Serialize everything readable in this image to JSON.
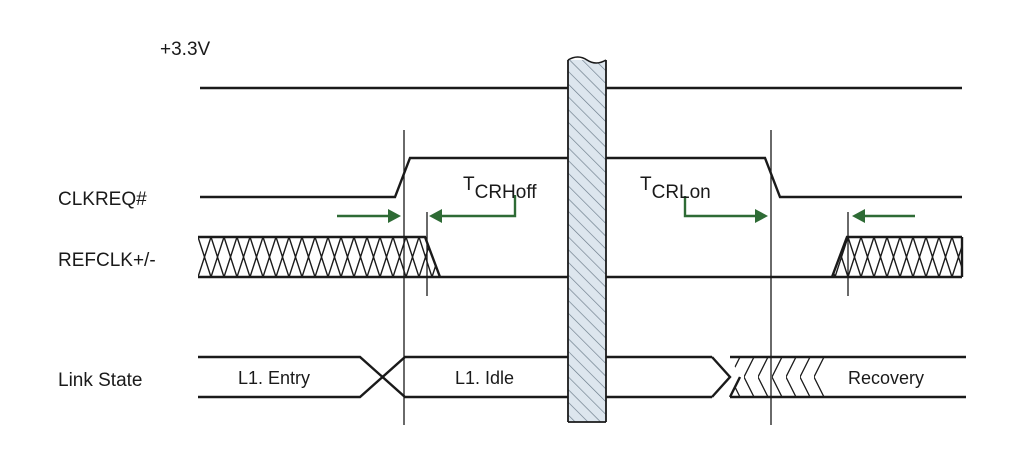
{
  "signals": {
    "power": "+3.3V",
    "clkreq": "CLKREQ#",
    "refclk": "REFCLK+/-",
    "link_state": "Link State"
  },
  "timing": {
    "off": {
      "symbol": "T",
      "subscript": "CRHoff"
    },
    "on": {
      "symbol": "T",
      "subscript": "CRLon"
    }
  },
  "link_states": [
    "L1. Entry",
    "L1. Idle",
    "Recovery"
  ],
  "colors": {
    "arrow": "#2e6b35",
    "line": "#1a1a1a",
    "break_fill": "#dde6ee"
  }
}
